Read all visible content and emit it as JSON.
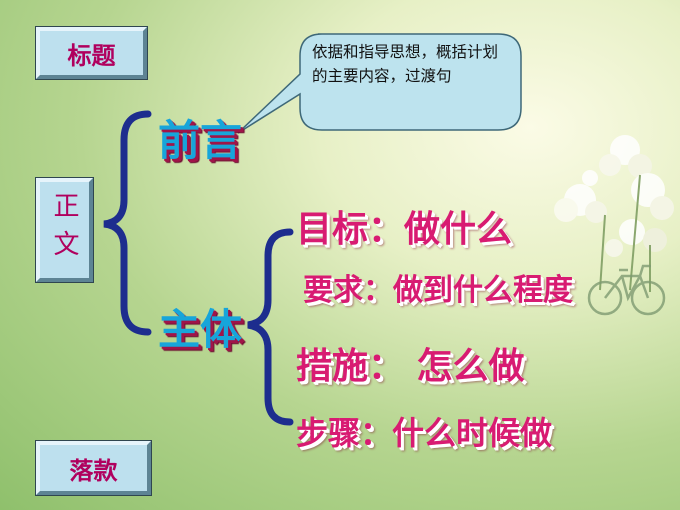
{
  "slide": {
    "title_box": "标题",
    "body_box": "正文",
    "signature_box": "落款",
    "preface": "前言",
    "callout": "依据和指导思想，概括计划的主要内容，过渡句",
    "main_body": "主体",
    "items": [
      "目标：做什么",
      "要求：做到什么程度",
      "措施： 怎么做",
      "步骤：什么时候做"
    ]
  },
  "colors": {
    "box_fill": "#bde0ee",
    "box_text": "#b0005e",
    "heading_fill": "#17a5da",
    "heading_shadow": "#a01448",
    "item_text": "#d81b72",
    "brace": "#1d2d8e"
  },
  "decor": [
    "flower-icon",
    "bicycle-icon"
  ]
}
